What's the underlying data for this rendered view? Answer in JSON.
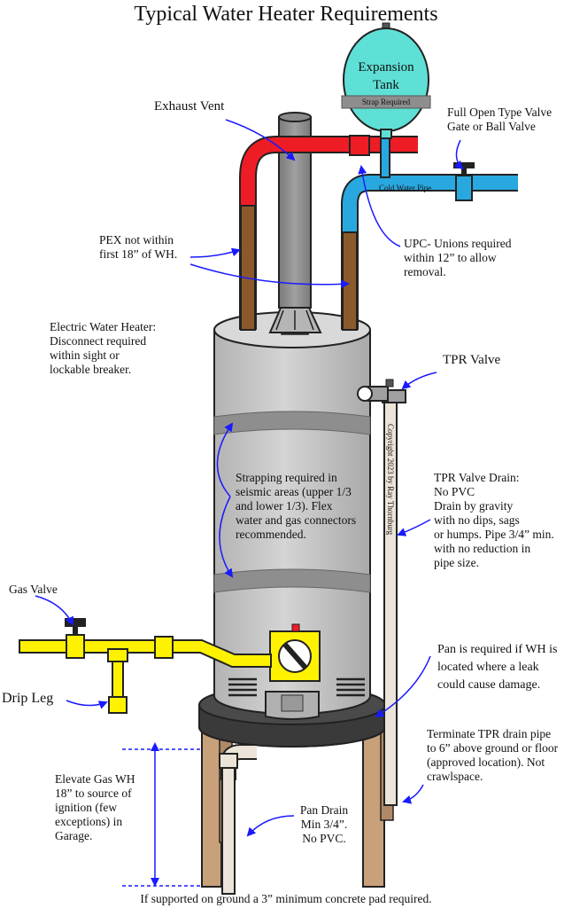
{
  "title": "Typical Water Heater Requirements",
  "expansion_tank": {
    "label": "Expansion Tank",
    "strap": "Strap Required"
  },
  "labels": {
    "exhaust_vent": "Exhaust Vent",
    "full_open_valve": "Full Open Type Valve\nGate or Ball Valve",
    "cold_water_pipe": "Cold Water Pipe",
    "pex": "PEX not within\nfirst 18” of WH.",
    "upc_unions": "UPC- Unions required\nwithin 12” to allow\nremoval.",
    "electric_wh": "Electric Water Heater:\nDisconnect required\nwithin sight or\nlockable breaker.",
    "tpr_valve": "TPR Valve",
    "copyright": "Copyright 2023 by Ray Thornburg",
    "strapping": "Strapping required in\nseismic areas (upper 1/3\nand lower 1/3). Flex\nwater and gas connectors\nrecommended.",
    "tpr_drain": "TPR Valve Drain:\nNo PVC\nDrain by gravity\nwith no dips, sags\nor humps.  Pipe 3/4” min.\nwith no reduction in\npipe size.",
    "gas_valve": "Gas Valve",
    "drip_leg": "Drip Leg",
    "pan_required": "Pan is required if WH is\nlocated where a leak\ncould cause damage.",
    "terminate_tpr": "Terminate TPR drain pipe\nto 6” above ground or floor\n(approved location). Not\ncrawlspace.",
    "elevate_gas": "Elevate Gas WH\n18” to source of\nignition (few\nexceptions) in\nGarage.",
    "pan_drain": "Pan Drain\nMin 3/4”.\nNo PVC.",
    "ground_pad": "If supported on ground a 3” minimum concrete pad required."
  },
  "colors": {
    "tank_body": "#c9c9c9",
    "strap": "#8e8e8e",
    "hot_pipe": "#ee1c24",
    "cold_pipe": "#29a8e0",
    "pex": "#8b5a2b",
    "gas_pipe": "#fff200",
    "pan": "#3a3a3a",
    "stand_wood": "#c8a07a",
    "expansion_tank": "#5fe0d6",
    "arrow": "#1a1aff"
  }
}
